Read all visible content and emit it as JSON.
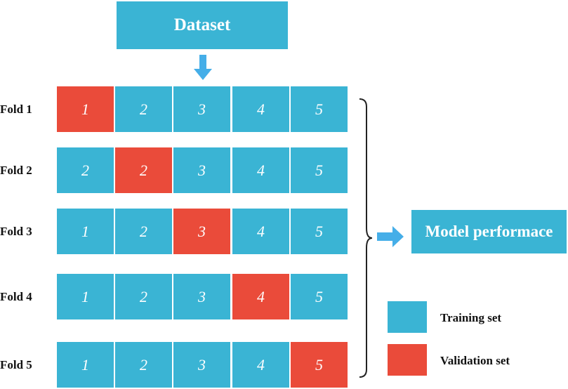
{
  "title": "Dataset",
  "output_label": "Model performace",
  "colors": {
    "training": "#3ab4d4",
    "validation": "#ea4b3a",
    "arrow": "#45aee8"
  },
  "folds": [
    {
      "label": "Fold 1",
      "cells": [
        "1",
        "2",
        "3",
        "4",
        "5"
      ],
      "validation_index": 0
    },
    {
      "label": "Fold 2",
      "cells": [
        "2",
        "2",
        "3",
        "4",
        "5"
      ],
      "validation_index": 1
    },
    {
      "label": "Fold 3",
      "cells": [
        "1",
        "2",
        "3",
        "4",
        "5"
      ],
      "validation_index": 2
    },
    {
      "label": "Fold 4",
      "cells": [
        "1",
        "2",
        "3",
        "4",
        "5"
      ],
      "validation_index": 3
    },
    {
      "label": "Fold 5",
      "cells": [
        "1",
        "2",
        "3",
        "4",
        "5"
      ],
      "validation_index": 4
    }
  ],
  "legend": {
    "training_label": "Training set",
    "validation_label": "Validation set"
  }
}
